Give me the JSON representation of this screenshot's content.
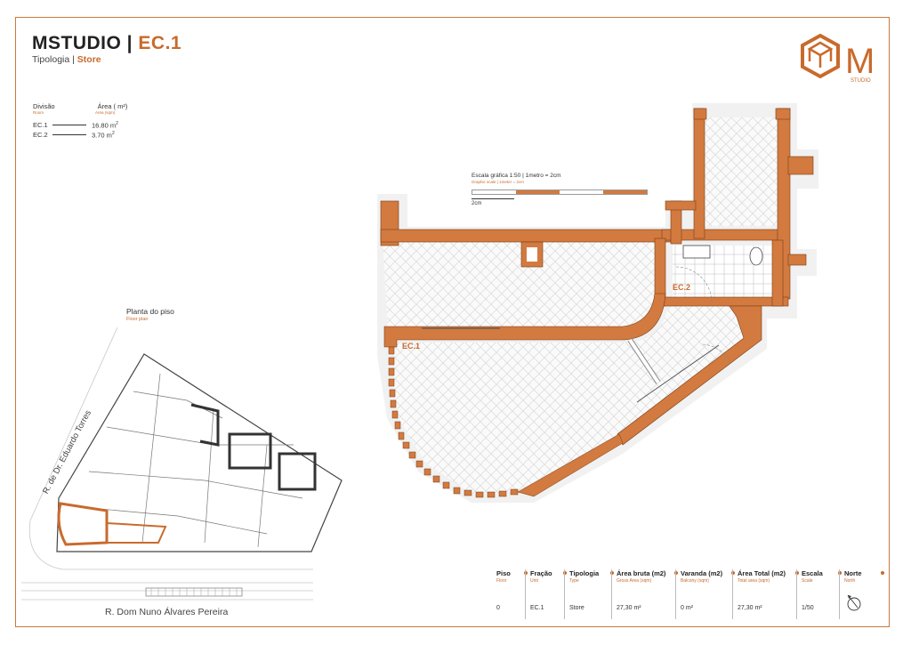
{
  "header": {
    "brand": "MSTUDIO |",
    "unit": "EC.1",
    "tipologia_label": "Tipologia |",
    "tipologia_value": "Store"
  },
  "logo": {
    "icon": "cube-logo-icon",
    "letter": "M",
    "text": "STUDIO"
  },
  "areas_table": {
    "col1": "Divisão",
    "col1_sub": "Room",
    "col2": "Área ( m²)",
    "col2_sub": "Area (sqm)",
    "rows": [
      {
        "label": "EC.1",
        "value": "16.80 m",
        "unit_sup": "2"
      },
      {
        "label": "EC.2",
        "value": "3.70 m",
        "unit_sup": "2"
      }
    ]
  },
  "scale": {
    "label": "Escala gráfica 1:50 | 1metro = 2cm",
    "sub": "Graphic scale | 1meter = 2cm",
    "unit": "2cm"
  },
  "floor_plan": {
    "label": "Planta do piso",
    "sub": "Floor plan",
    "street_1": "R. de Dr. Eduardo Torres",
    "street_2": "R. Dom Nuno Álvares Pereira"
  },
  "plan_labels": {
    "ec1": "EC.1",
    "ec2": "EC.2"
  },
  "info": {
    "piso": {
      "h": "Piso",
      "s": "Floor",
      "v": "0"
    },
    "fracao": {
      "h": "Fração",
      "s": "Unit",
      "v": "EC.1"
    },
    "tipologia": {
      "h": "Tipologia",
      "s": "Type",
      "v": "Store"
    },
    "area_bruta": {
      "h": "Área bruta (m2)",
      "s": "Gross Area (sqm)",
      "v": "27,30 m²"
    },
    "varanda": {
      "h": "Varanda (m2)",
      "s": "Balcony (sqm)",
      "v": "0 m²"
    },
    "area_total": {
      "h": "Área Total (m2)",
      "s": "Total area (sqm)",
      "v": "27,30 m²"
    },
    "escala": {
      "h": "Escala",
      "s": "Scale",
      "v": "1/50"
    },
    "norte": {
      "h": "Norte",
      "s": "North",
      "icon": "compass-icon"
    }
  },
  "colors": {
    "accent": "#c96a2c",
    "wall": "#d27a3f",
    "hatch": "#d8d8d8"
  }
}
